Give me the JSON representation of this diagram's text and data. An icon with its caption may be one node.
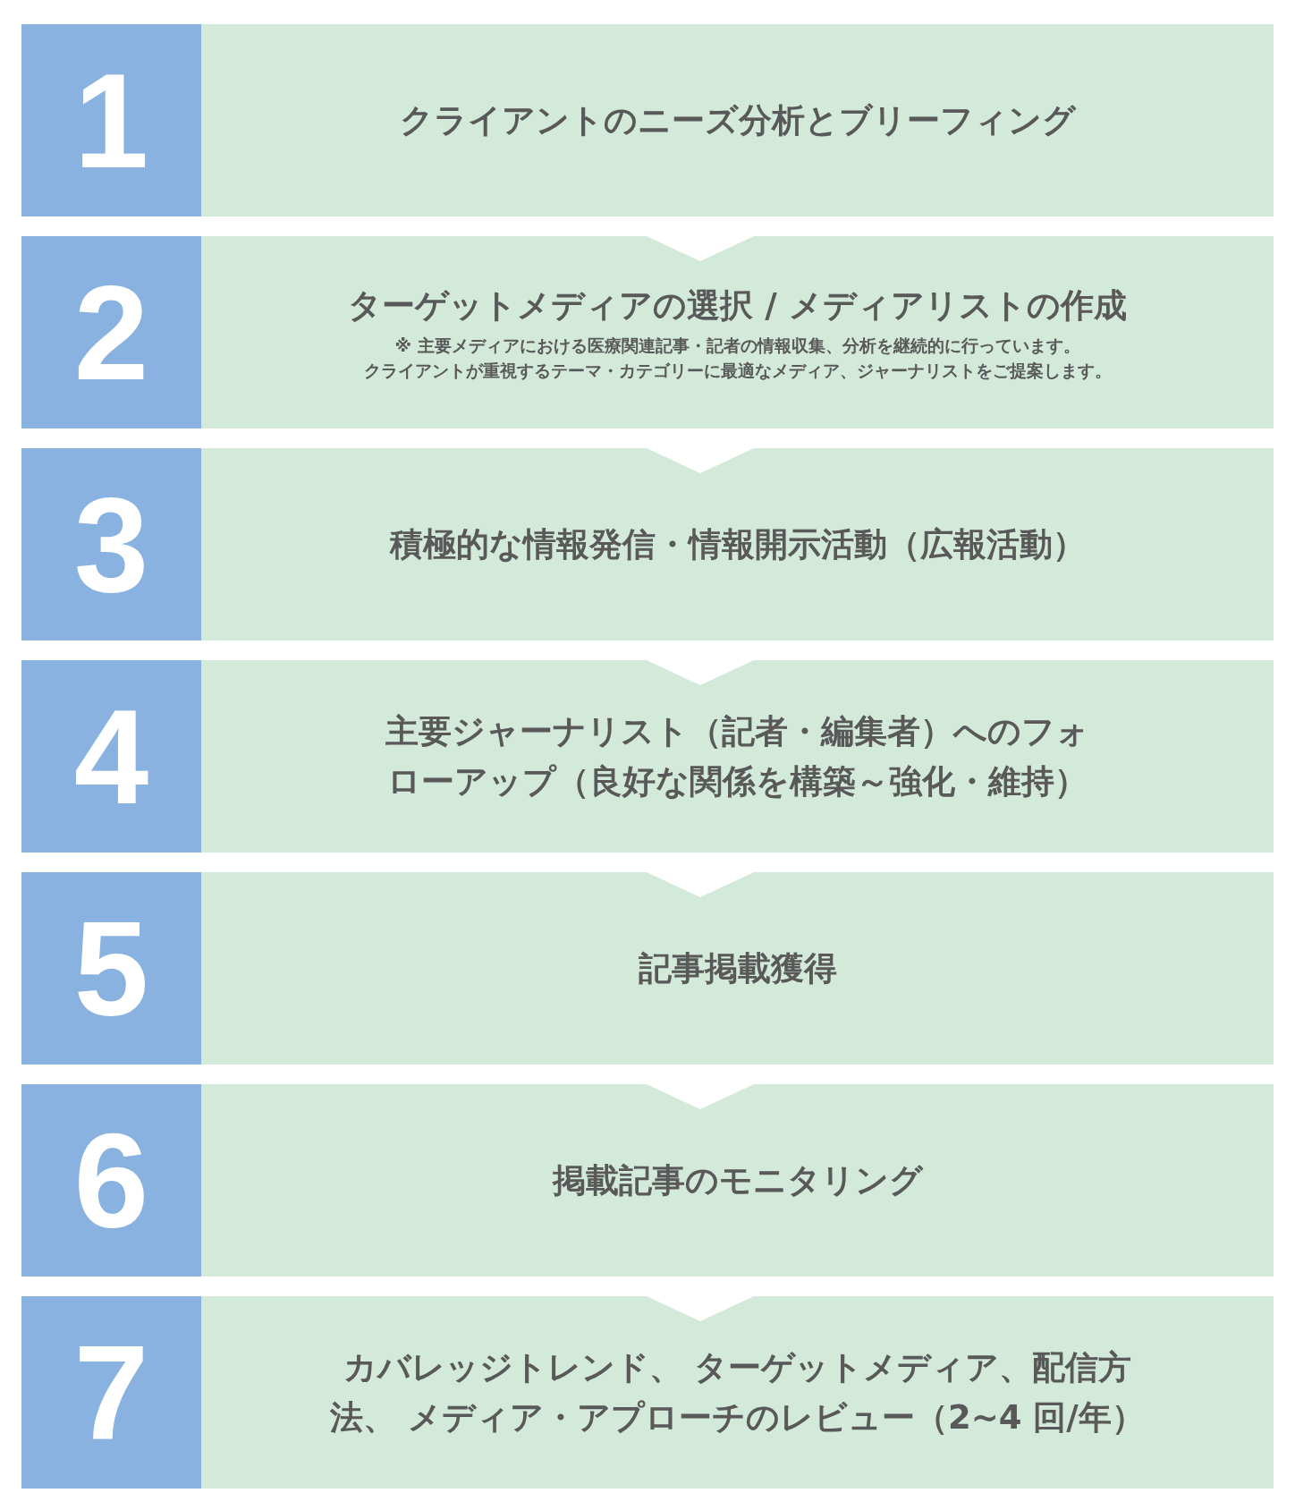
{
  "diagram": {
    "nodes": [
      {
        "text": [
          "1",
          "クライアントのニーズ分析とブリーフィング"
        ]
      },
      {
        "text": [
          "2",
          "ターゲットメディアの選択 / メディアリストの作成",
          "※ 主要メディアにおける医療関連記事・記者の情報収集、分析を継続的に行っています。",
          "クライアントが重視するテーマ・カテゴリーに最適なメディア、ジャーナリストをご提案します。"
        ]
      },
      {
        "text": [
          "3",
          "積極的な情報発信・情報開示活動（広報活動）"
        ]
      },
      {
        "text": [
          "4",
          "主要ジャーナリスト（記者・編集者）へのフォローアップ（良好な関係を構築～強化・維持）"
        ]
      },
      {
        "text": [
          "5",
          "記事掲載獲得"
        ]
      },
      {
        "text": [
          "6",
          "掲載記事のモニタリング"
        ]
      },
      {
        "text": [
          "7",
          "カバレッジトレンド、 ターゲットメディア、配信方法、 メディア・アプローチのレビュー（2~4 回/年）"
        ]
      }
    ],
    "edges": [
      {
        "from": 0,
        "to": 1,
        "arrow": "to"
      },
      {
        "from": 1,
        "to": 2,
        "arrow": "to"
      },
      {
        "from": 2,
        "to": 3,
        "arrow": "to"
      },
      {
        "from": 3,
        "to": 4,
        "arrow": "to"
      },
      {
        "from": 4,
        "to": 5,
        "arrow": "to"
      },
      {
        "from": 5,
        "to": 6,
        "arrow": "to"
      }
    ]
  }
}
